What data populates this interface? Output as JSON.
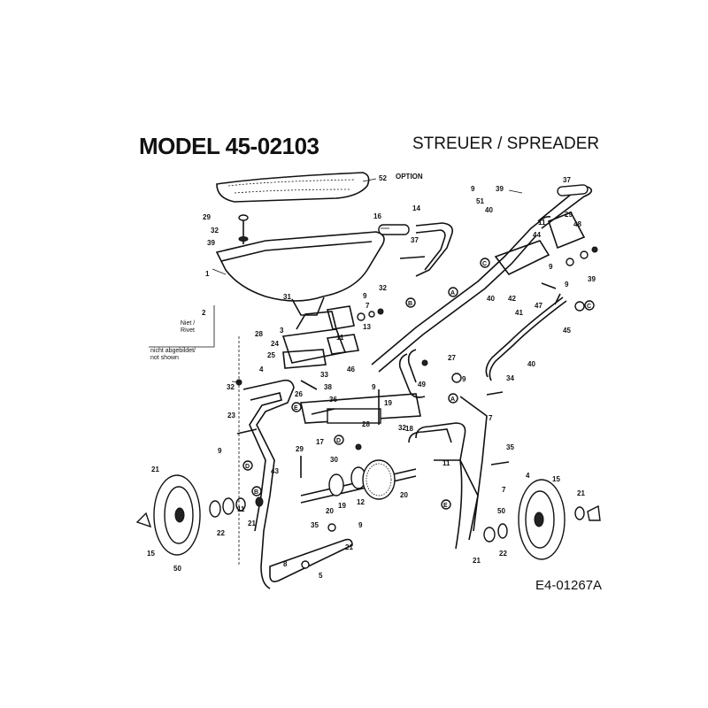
{
  "header": {
    "model": "MODEL 45-02103",
    "title": "STREUER / SPREADER",
    "diagram_code": "E4-01267A"
  },
  "notes": {
    "option": "OPTION",
    "rivet_de": "Niet /",
    "rivet_en": "Rivet",
    "not_shown_de": "nicht abgebildet/",
    "not_shown_en": "not shown"
  },
  "part_labels": [
    "52",
    "29",
    "32",
    "39",
    "1",
    "2",
    "31",
    "32",
    "28",
    "24",
    "25",
    "3",
    "4",
    "33",
    "26",
    "38",
    "36",
    "46",
    "9",
    "7",
    "11",
    "13",
    "9",
    "9",
    "49",
    "27",
    "29",
    "30",
    "19",
    "18",
    "17",
    "28",
    "32",
    "19",
    "20",
    "43",
    "12",
    "20",
    "21",
    "22",
    "21",
    "15",
    "50",
    "21",
    "35",
    "9",
    "5",
    "8",
    "9",
    "51",
    "40",
    "39",
    "14",
    "16",
    "37",
    "37",
    "29",
    "48",
    "44",
    "9",
    "9",
    "39",
    "11",
    "40",
    "42",
    "41",
    "47",
    "45",
    "40",
    "34",
    "7",
    "35",
    "7",
    "4",
    "15",
    "21",
    "50",
    "21",
    "22",
    "23",
    "9",
    "11"
  ],
  "callouts": [
    "A",
    "B",
    "C",
    "C",
    "D",
    "D",
    "E",
    "E",
    "A",
    "B"
  ]
}
